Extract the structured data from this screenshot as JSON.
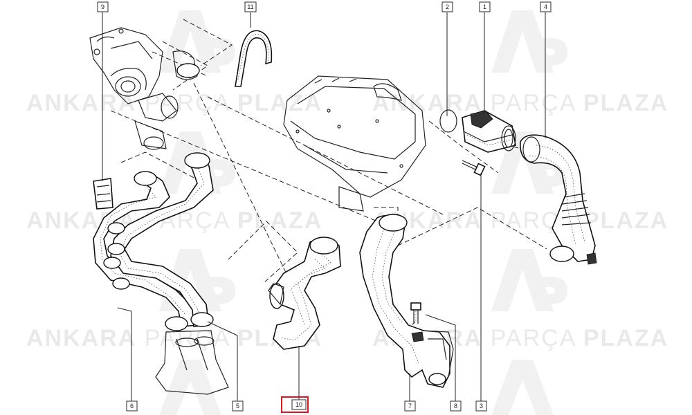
{
  "watermark": {
    "brand_bold": "ANKARA",
    "brand_light": "PARÇA",
    "brand_bold2": "PLAZA",
    "logo_name": "ap-logo"
  },
  "callouts": [
    {
      "id": "c9",
      "label": "9",
      "highlighted": false
    },
    {
      "id": "c11",
      "label": "11",
      "highlighted": false
    },
    {
      "id": "c2",
      "label": "2",
      "highlighted": false
    },
    {
      "id": "c1",
      "label": "1",
      "highlighted": false
    },
    {
      "id": "c4",
      "label": "4",
      "highlighted": false
    },
    {
      "id": "c6",
      "label": "6",
      "highlighted": false
    },
    {
      "id": "c5",
      "label": "5",
      "highlighted": false
    },
    {
      "id": "c10",
      "label": "10",
      "highlighted": true
    },
    {
      "id": "c7",
      "label": "7",
      "highlighted": false
    },
    {
      "id": "c8",
      "label": "8",
      "highlighted": false
    },
    {
      "id": "c3",
      "label": "3",
      "highlighted": false
    }
  ],
  "colors": {
    "highlight": "#e0141e",
    "line": "#222222",
    "watermark": "#e9e9e9"
  }
}
